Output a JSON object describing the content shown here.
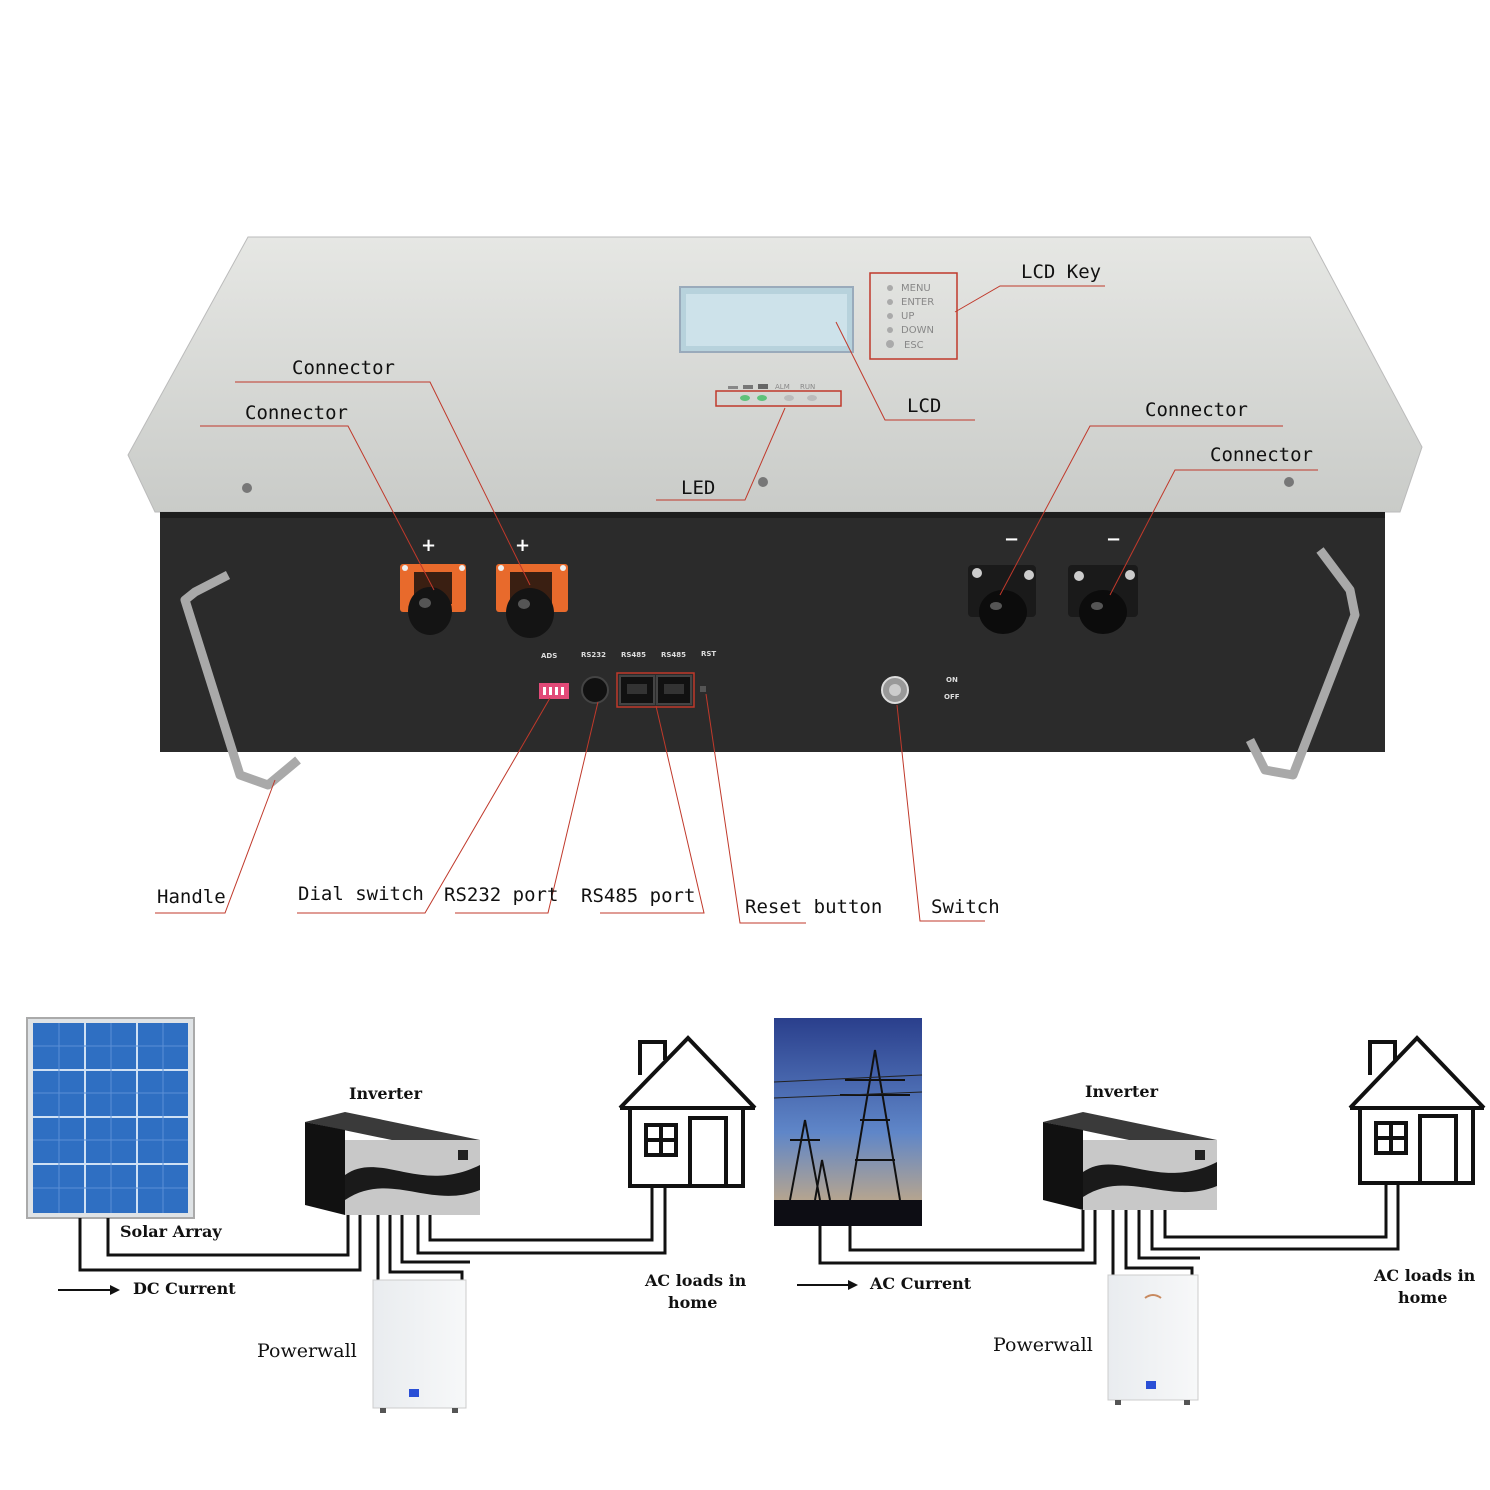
{
  "product": {
    "callouts": {
      "connector_pos_1": "Connector",
      "connector_pos_2": "Connector",
      "connector_neg_1": "Connector",
      "connector_neg_2": "Connector",
      "lcd_key": "LCD Key",
      "lcd": "LCD",
      "led": "LED",
      "handle": "Handle",
      "dial_switch": "Dial switch",
      "rs232_port": "RS232 port",
      "rs485_port": "RS485 port",
      "reset_button": "Reset button",
      "switch": "Switch"
    },
    "panel_labels": {
      "ads": "ADS",
      "rs232": "RS232",
      "rs485_a": "RS485",
      "rs485_b": "RS485",
      "rst": "RST",
      "on": "ON",
      "off": "OFF",
      "alm": "ALM",
      "run": "RUN"
    },
    "lcd_keys": [
      "MENU",
      "ENTER",
      "UP",
      "DOWN",
      "ESC"
    ],
    "polarity": {
      "plus": "+",
      "minus": "−"
    }
  },
  "diagram_left": {
    "inverter": "Inverter",
    "solar": "Solar Array",
    "current": "DC Current",
    "loads_line1": "AC loads in",
    "loads_line2": "home",
    "battery": "Powerwall"
  },
  "diagram_right": {
    "inverter": "Inverter",
    "current": "AC Current",
    "loads_line1": "AC loads in",
    "loads_line2": "home",
    "battery": "Powerwall"
  },
  "colors": {
    "callout_line": "#c0392b",
    "battery_top": "#d4d6d3",
    "battery_front": "#2b2b2b",
    "solar_panel": "#2f6fc2"
  }
}
